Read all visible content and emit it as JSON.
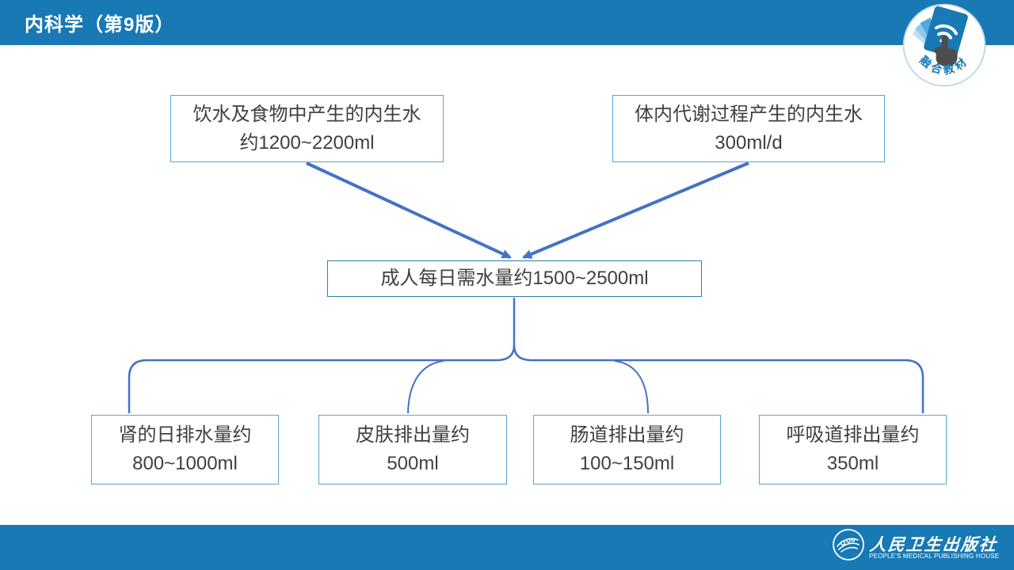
{
  "slide": {
    "title": "内科学（第9版）"
  },
  "badge": {
    "label": "融合教材"
  },
  "diagram": {
    "sources": [
      {
        "line1": "饮水及食物中产生的内生水",
        "line2": "约1200~2200ml"
      },
      {
        "line1": "体内代谢过程产生的内生水",
        "line2": "300ml/d"
      }
    ],
    "total": {
      "text": "成人每日需水量约1500~2500ml"
    },
    "outputs": [
      {
        "line1": "肾的日排水量约",
        "line2": "800~1000ml"
      },
      {
        "line1": "皮肤排出量约",
        "line2": "500ml"
      },
      {
        "line1": "肠道排出量约",
        "line2": "100~150ml"
      },
      {
        "line1": "呼吸道排出量约",
        "line2": "350ml"
      }
    ]
  },
  "footer": {
    "publisher_cn": "人民卫生出版社",
    "publisher_en": "PEOPLE'S MEDICAL PUBLISHING HOUSE"
  },
  "colors": {
    "bar_blue": "#1879B4",
    "connector_blue": "#4472C4",
    "box_border_light": "#5BA3D6",
    "box_border_dark": "#2E7FA8",
    "text_dark": "#3F3F3F"
  },
  "icons": {
    "badge_icon": "tablet-wifi-hand-icon",
    "publisher_icon": "pmph-emblem-icon"
  }
}
